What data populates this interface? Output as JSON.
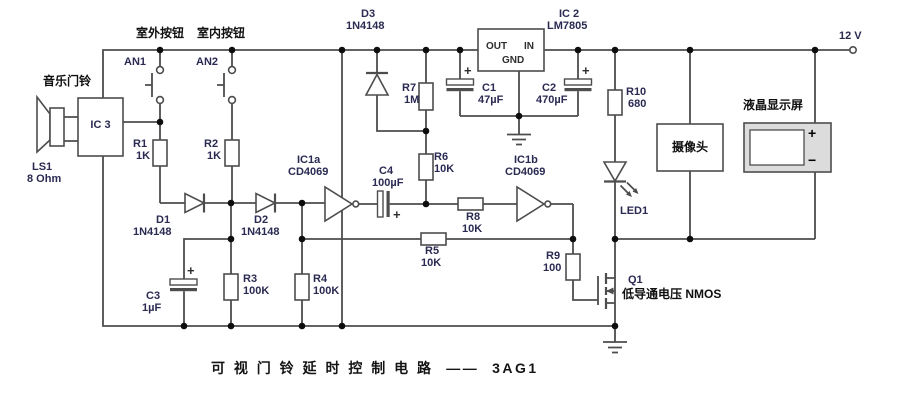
{
  "caption": "可 视 门 铃 延 时 控 制 电 路  ——  3AG1",
  "supply": {
    "label": "12 V"
  },
  "annotations": {
    "music_doorbell": "音乐门铃",
    "outdoor_button": "室外按钮",
    "indoor_button": "室内按钮"
  },
  "symbols": {
    "plus": "+",
    "minus": "−"
  },
  "colors": {
    "wire": "#4d4d4d",
    "label_text": "#2a2a52",
    "lcd_fill": "#dcdcdc"
  },
  "components": {
    "ls1": {
      "ref": "LS1",
      "value": "8 Ohm"
    },
    "ic3": {
      "ref": "IC 3"
    },
    "an1": {
      "ref": "AN1"
    },
    "an2": {
      "ref": "AN2"
    },
    "r1": {
      "ref": "R1",
      "value": "1K"
    },
    "r2": {
      "ref": "R2",
      "value": "1K"
    },
    "r3": {
      "ref": "R3",
      "value": "100K"
    },
    "r4": {
      "ref": "R4",
      "value": "100K"
    },
    "r5": {
      "ref": "R5",
      "value": "10K"
    },
    "r6": {
      "ref": "R6",
      "value": "10K"
    },
    "r7": {
      "ref": "R7",
      "value": "1M"
    },
    "r8": {
      "ref": "R8",
      "value": "10K"
    },
    "r9": {
      "ref": "R9",
      "value": "100"
    },
    "r10": {
      "ref": "R10",
      "value": "680"
    },
    "c1": {
      "ref": "C1",
      "value": "47µF"
    },
    "c2": {
      "ref": "C2",
      "value": "470µF"
    },
    "c3": {
      "ref": "C3",
      "value": "1µF"
    },
    "c4": {
      "ref": "C4",
      "value": "100µF"
    },
    "d1": {
      "ref": "D1",
      "value": "1N4148"
    },
    "d2": {
      "ref": "D2",
      "value": "1N4148"
    },
    "d3": {
      "ref": "D3",
      "value": "1N4148"
    },
    "ic1a": {
      "ref": "IC1a",
      "value": "CD4069"
    },
    "ic1b": {
      "ref": "IC1b",
      "value": "CD4069"
    },
    "ic2": {
      "ref": "IC 2",
      "value": "LM7805",
      "pins": {
        "out": "OUT",
        "in": "IN",
        "gnd": "GND"
      }
    },
    "led1": {
      "ref": "LED1"
    },
    "q1": {
      "ref": "Q1",
      "value": "低导通电压 NMOS"
    },
    "camera": {
      "label": "摄像头"
    },
    "lcd": {
      "label": "液晶显示屏"
    }
  }
}
